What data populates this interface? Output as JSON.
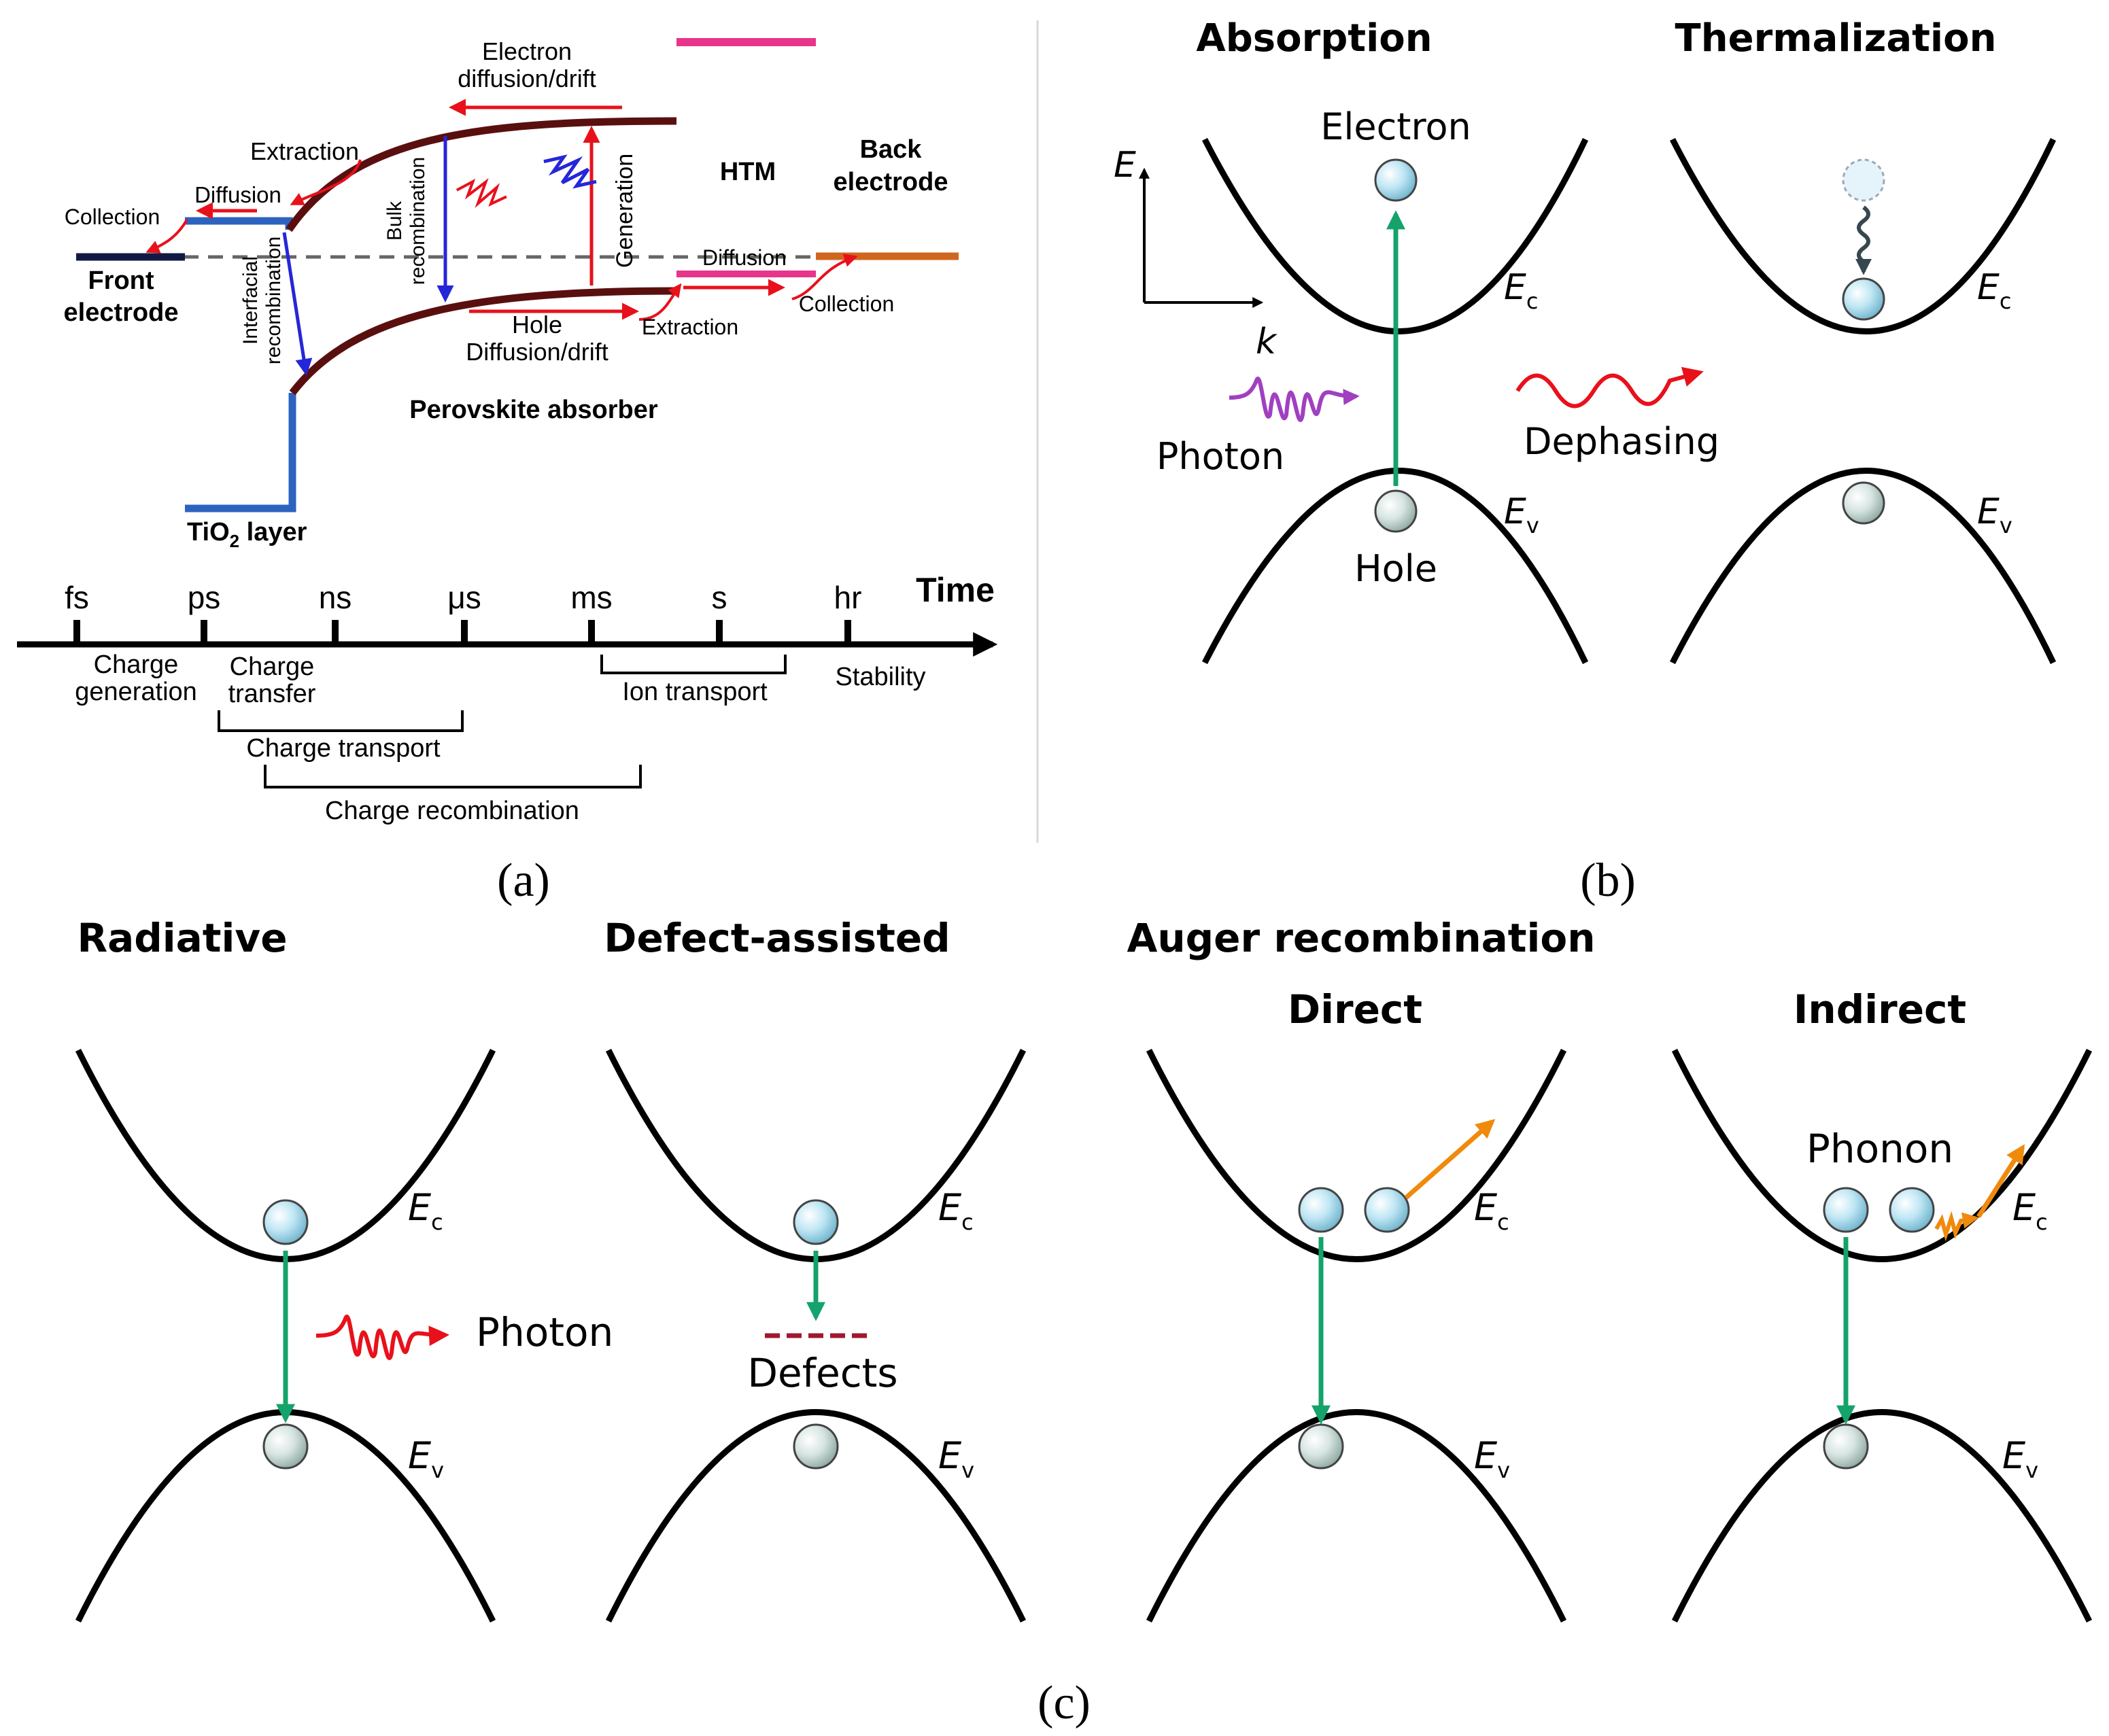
{
  "colors": {
    "band": "#000000",
    "perovskite_band": "#5a0f0f",
    "red_arrow": "#e8111b",
    "blue_arrow": "#2626d9",
    "green_arrow": "#14a36a",
    "orange_arrow": "#f08a0c",
    "purple_photon": "#a040c0",
    "htm_bar": "#e8348a",
    "tio2": "#2d63c0",
    "front_electrode": "#111a44",
    "back_electrode": "#d0661e",
    "defect": "#a01830",
    "carrier_fill": "#bfe6f4",
    "hole_fill": "#d7e5e2"
  },
  "panel_a": {
    "electron_drift": [
      "Electron",
      "diffusion/drift"
    ],
    "extraction_left": "Extraction",
    "diffusion_left": "Diffusion",
    "collection_left": "Collection",
    "front_electrode": [
      "Front",
      "electrode"
    ],
    "interfacial_recombination": [
      "Interfacial",
      "recombination"
    ],
    "bulk_recombination": [
      "Bulk",
      "recombination"
    ],
    "generation": "Generation",
    "htm": "HTM",
    "back_electrode": [
      "Back",
      "electrode"
    ],
    "diffusion_right": "Diffusion",
    "collection_right": "Collection",
    "hole_drift": [
      "Hole",
      "Diffusion/drift"
    ],
    "extraction_right": "Extraction",
    "perovskite": "Perovskite absorber",
    "tio2_main": "TiO",
    "tio2_sub": "2",
    "tio2_rest": " layer",
    "timeline": {
      "ticks": [
        "fs",
        "ps",
        "ns",
        "μs",
        "ms",
        "s",
        "hr"
      ],
      "axis_label": "Time",
      "charge_generation": [
        "Charge",
        "generation"
      ],
      "charge_transfer": [
        "Charge",
        "transfer"
      ],
      "ion_transport": "Ion transport",
      "stability": "Stability",
      "charge_transport": "Charge transport",
      "charge_recombination": "Charge recombination"
    },
    "caption": "(a)"
  },
  "panel_b": {
    "absorption": "Absorption",
    "thermalization": "Thermalization",
    "axis_e": "E",
    "axis_k": "k",
    "electron": "Electron",
    "hole": "Hole",
    "photon": "Photon",
    "dephasing": "Dephasing",
    "ec": "E",
    "ec_sub": "c",
    "ev": "E",
    "ev_sub": "v",
    "caption": "(b)"
  },
  "panel_c": {
    "radiative": "Radiative",
    "defect_assisted": "Defect-assisted",
    "auger": "Auger recombination",
    "direct": "Direct",
    "indirect": "Indirect",
    "photon": "Photon",
    "defects": "Defects",
    "phonon": "Phonon",
    "ec": "E",
    "ec_sub": "c",
    "ev": "E",
    "ev_sub": "v",
    "caption": "(c)"
  }
}
